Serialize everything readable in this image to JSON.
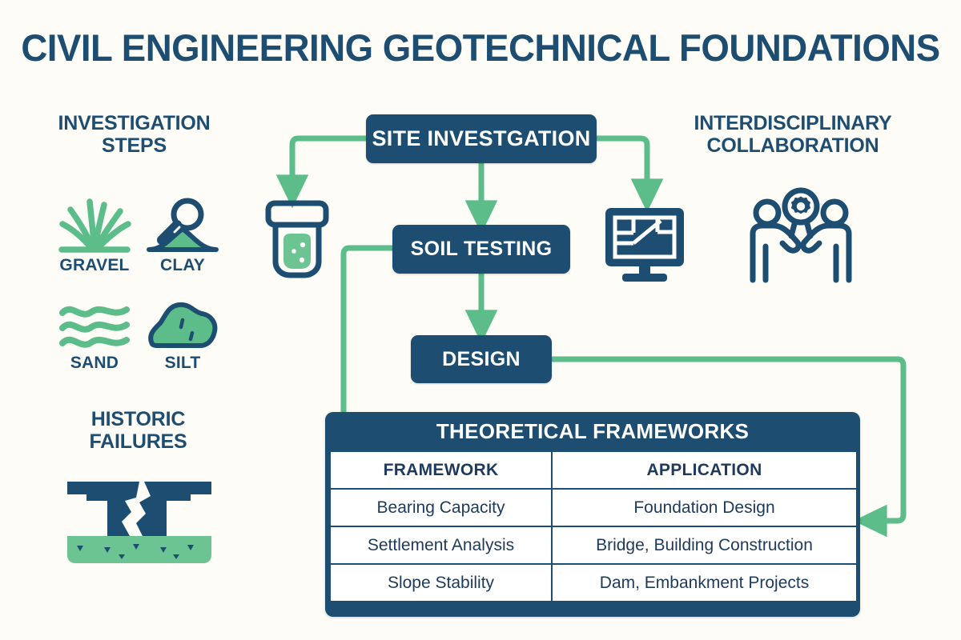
{
  "title": "CIVIL ENGINEERING GEOTECHNICAL FOUNDATIONS",
  "colors": {
    "navy": "#1d4e72",
    "navy_dark": "#1d3a5c",
    "green": "#5cbd8a",
    "green_light": "#6cc492",
    "background": "#fdfcf7",
    "white": "#ffffff"
  },
  "sections": {
    "investigation_steps": {
      "heading": "INVESTIGATION STEPS",
      "heading_line1": "INVESTIGATION",
      "heading_line2": "STEPS",
      "items": [
        {
          "label": "GRAVEL",
          "icon": "grass-gravel-icon"
        },
        {
          "label": "CLAY",
          "icon": "magnifier-mound-clay-icon"
        },
        {
          "label": "SAND",
          "icon": "waves-sand-icon"
        },
        {
          "label": "SILT",
          "icon": "soil-blob-silt-icon"
        }
      ]
    },
    "historic_failures": {
      "heading_line1": "HISTORIC",
      "heading_line2": "FAILURES",
      "icon": "cracked-foundation-icon"
    },
    "interdisciplinary_collaboration": {
      "heading_line1": "INTERDISCIPLINARY",
      "heading_line2": "COLLABORATION",
      "icon": "two-people-gear-handshake-icon"
    }
  },
  "flow": {
    "nodes": [
      {
        "id": "site",
        "label": "SITE INVESTGATION"
      },
      {
        "id": "soil",
        "label": "SOIL TESTING"
      },
      {
        "id": "design",
        "label": "DESIGN"
      }
    ],
    "side_icons": [
      {
        "id": "sample-jar",
        "icon": "soil-sample-jar-icon"
      },
      {
        "id": "site-plan-monitor",
        "icon": "monitor-site-plan-icon"
      }
    ]
  },
  "table": {
    "title": "THEORETICAL FRAMEWORKS",
    "headers": [
      "FRAMEWORK",
      "APPLICATION"
    ],
    "rows": [
      [
        "Bearing Capacity",
        "Foundation Design"
      ],
      [
        "Settlement Analysis",
        "Bridge, Building Construction"
      ],
      [
        "Slope Stability",
        "Dam, Embankment Projects"
      ]
    ]
  }
}
